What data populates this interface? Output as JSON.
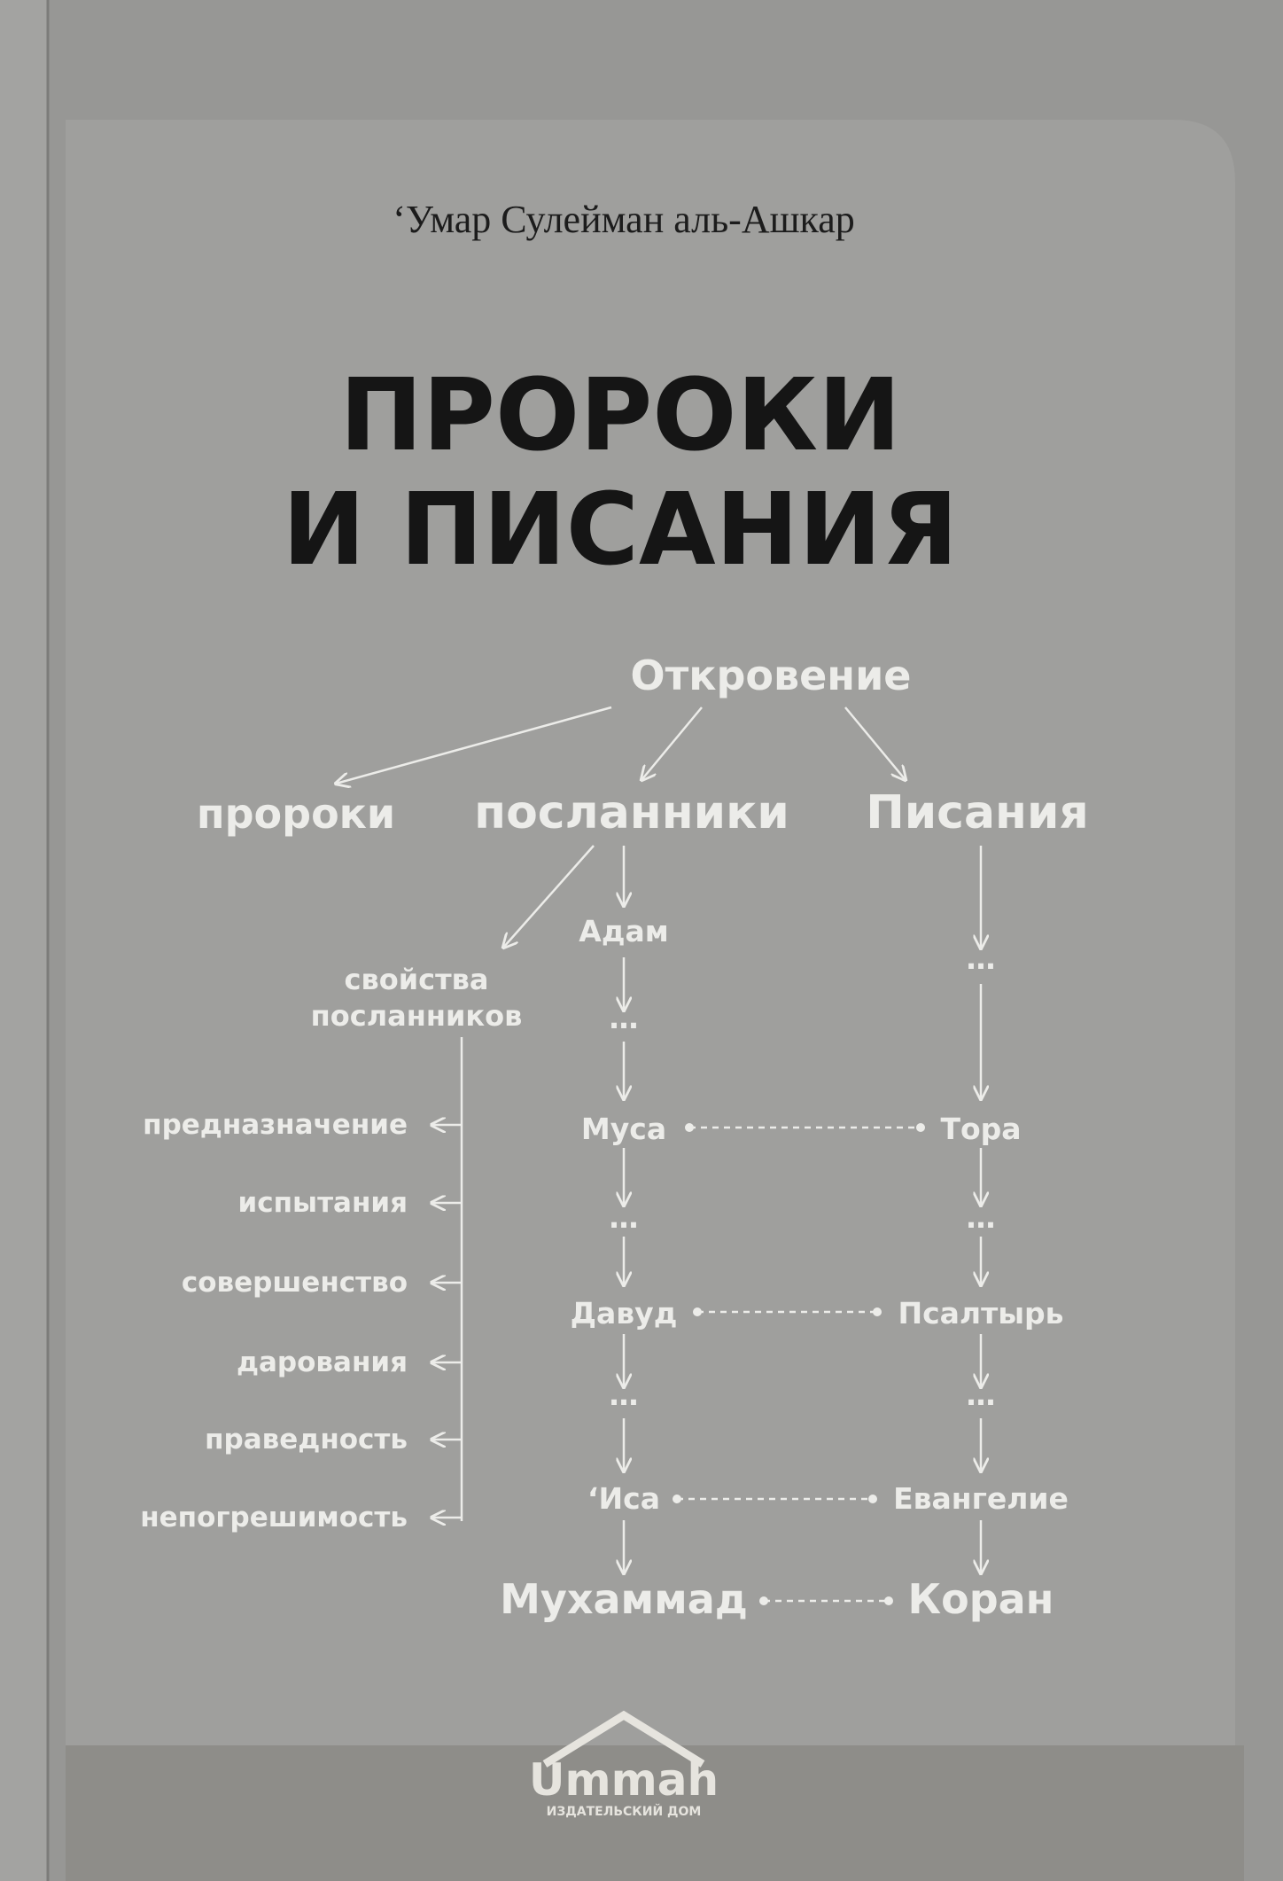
{
  "author": "‘Умар Сулейман аль-Ашкар",
  "title": {
    "line1": "ПРОРОКИ",
    "line2": "И ПИСАНИЯ"
  },
  "diagram": {
    "root": "Откровение",
    "branches": {
      "prophets": "пророки",
      "messengers": "посланники",
      "scriptures": "Писания"
    },
    "attributes_heading": {
      "line1": "свойства",
      "line2": "посланников"
    },
    "attributes": [
      "предназначение",
      "испытания",
      "совершенство",
      "дарования",
      "праведность",
      "непогрешимость"
    ],
    "messengers_column": [
      "Адам",
      "…",
      "Муса",
      "…",
      "Давуд",
      "…",
      "‘Иса",
      "Мухаммад"
    ],
    "scriptures_column": [
      "…",
      "Тора",
      "…",
      "Псалтырь",
      "…",
      "Евангелие",
      "Коран"
    ]
  },
  "publisher": {
    "name": "Ummah",
    "subtitle": "ИЗДАТЕЛЬСКИЙ ДОМ"
  },
  "colors": {
    "panel": "#9e9e9c",
    "text_light": "#ecece9",
    "title": "#151515"
  }
}
